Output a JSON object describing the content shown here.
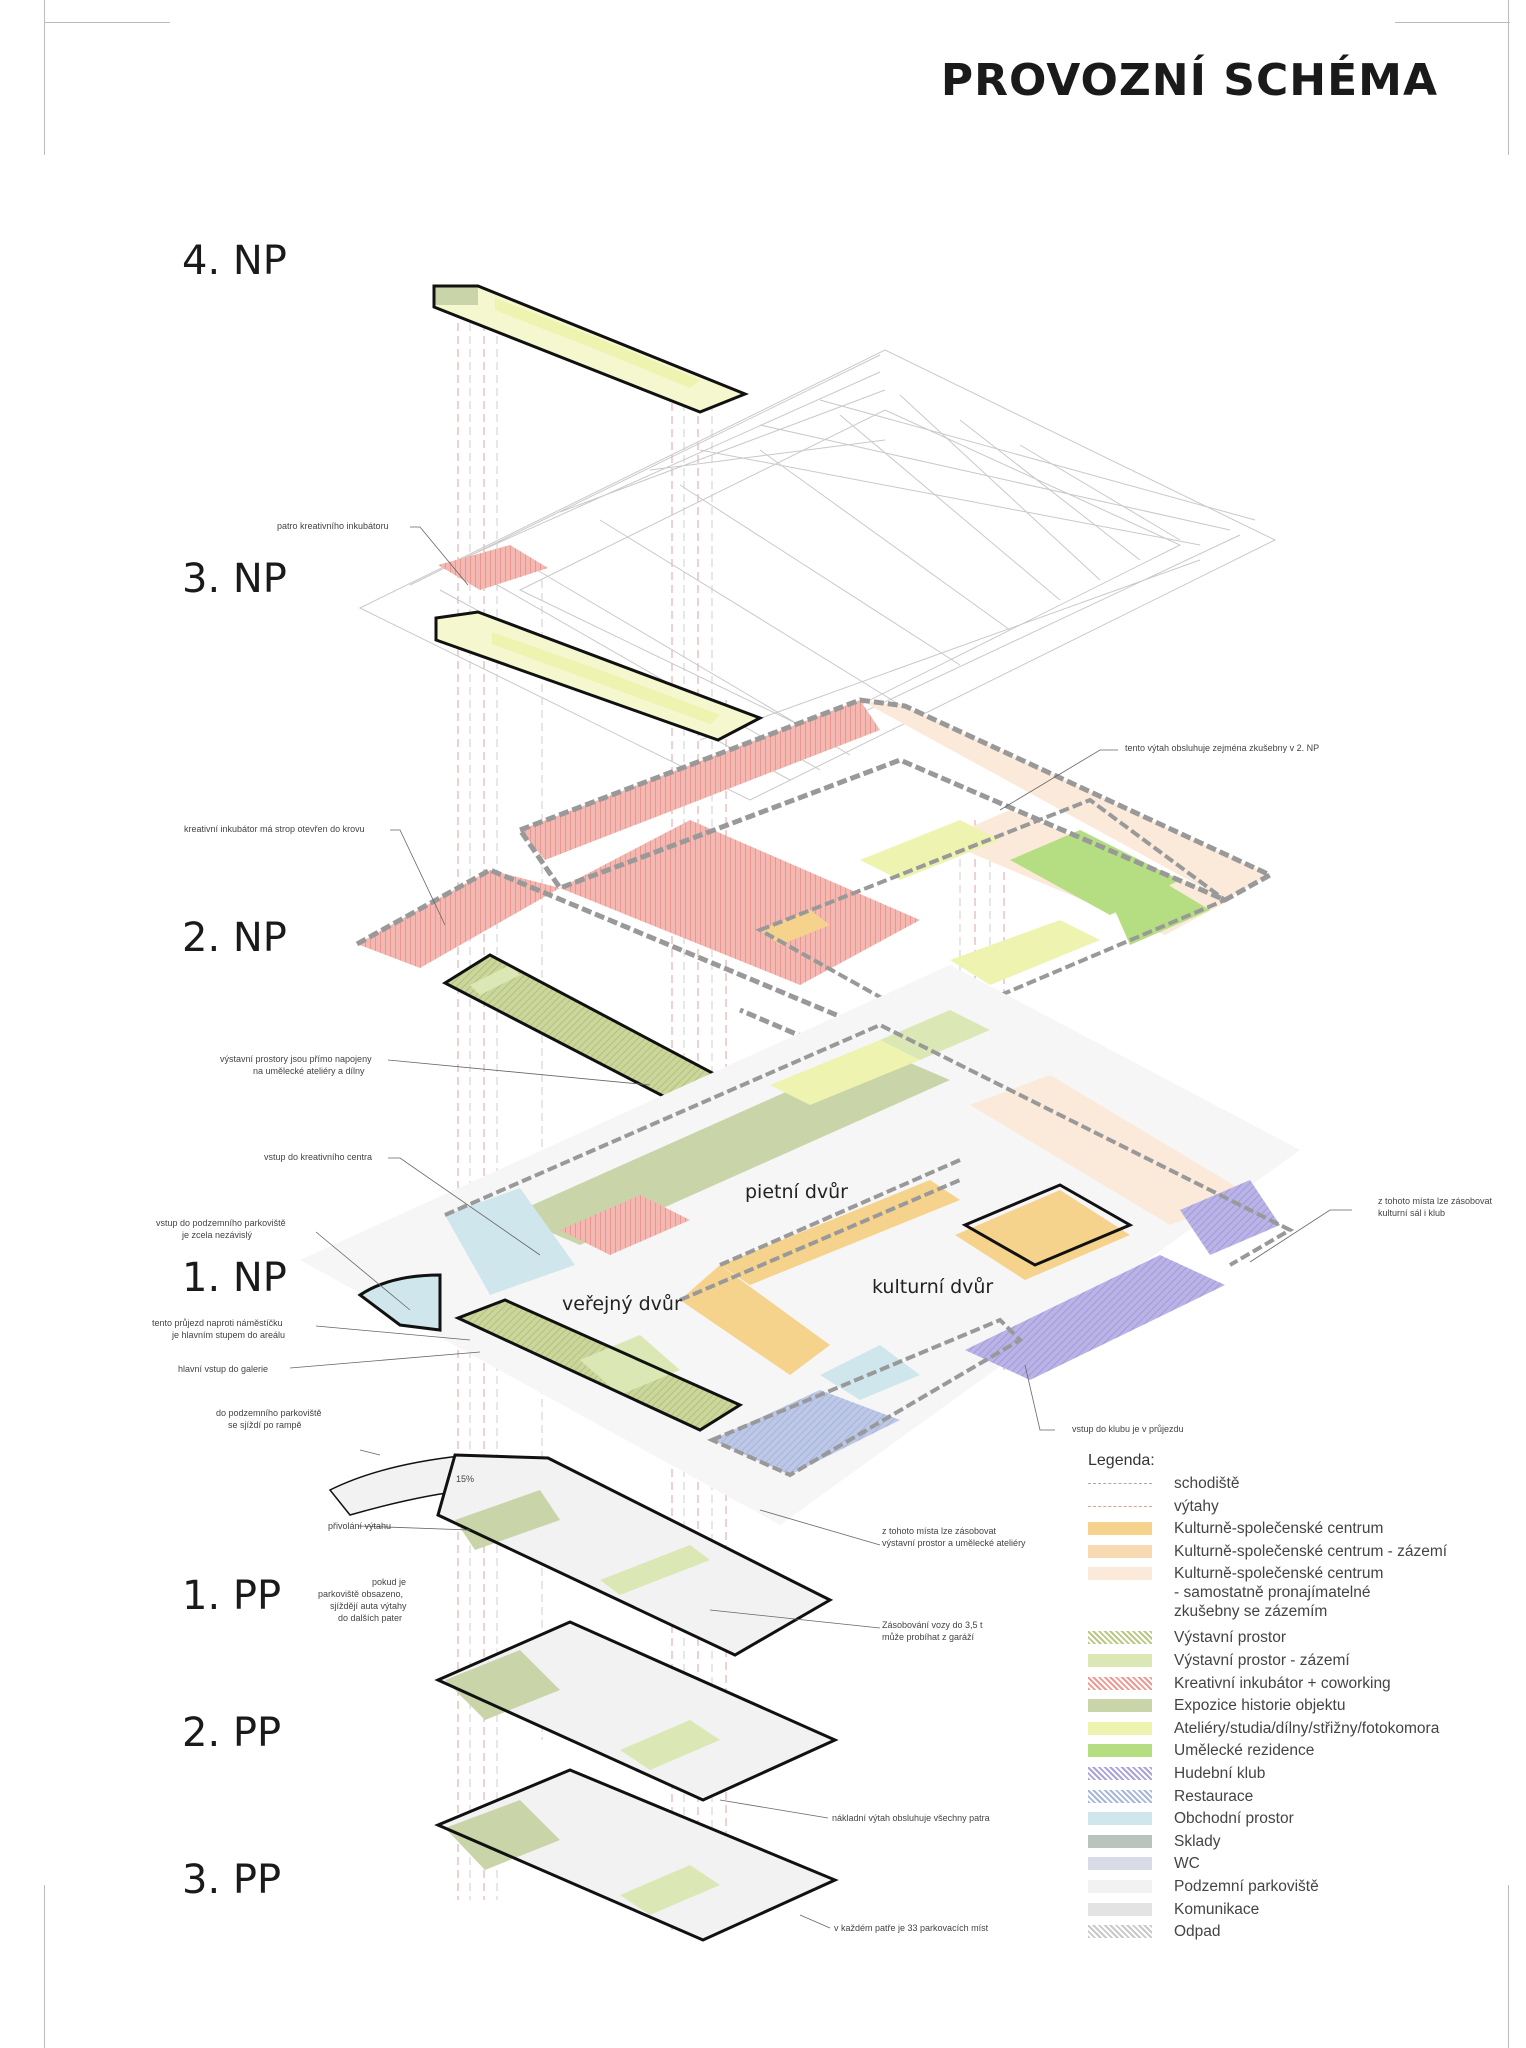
{
  "title": "PROVOZNÍ SCHÉMA",
  "floors": [
    "4. NP",
    "3. NP",
    "2. NP",
    "1. NP",
    "1. PP",
    "2. PP",
    "3. PP"
  ],
  "courtyards": [
    "pietní dvůr",
    "veřejný dvůr",
    "kulturní dvůr"
  ],
  "annotations": {
    "a1": "patro kreativního inkubátoru",
    "a2": "tento výtah obsluhuje zejména zkušebny v 2. NP",
    "a3": "kreativní inkubátor má strop otevřen do krovu",
    "a4_1": "výstavní prostory jsou přímo napojeny",
    "a4_2": "na umělecké ateliéry a dílny",
    "a5": "vstup do kreativního centra",
    "a6_1": "vstup do podzemního parkoviště",
    "a6_2": "je zcela nezávislý",
    "a7_1": "z tohoto místa lze zásobovat",
    "a7_2": "kulturní sál i klub",
    "a8_1": "tento průjezd naproti náměstíčku",
    "a8_2": "je hlavním stupem do areálu",
    "a9": "hlavní vstup do galerie",
    "a10": "vstup do klubu je v průjezdu",
    "a11_1": "do podzemního parkoviště",
    "a11_2": "se sjíždí po rampě",
    "a12": "přivolání výtahu",
    "a13_1": "pokud je",
    "a13_2": "parkoviště obsazeno,",
    "a13_3": "sjíždějí auta výtahy",
    "a13_4": "do dalších pater",
    "a14_1": "z tohoto místa lze zásobovat",
    "a14_2": "výstavní prostor a umělecké ateliéry",
    "a15_1": "Zásobování vozy do 3,5 t",
    "a15_2": "může probíhat z garáží",
    "a16": "nákladní výtah obsluhuje všechny patra",
    "a17": "v každém patře je 33 parkovacích míst",
    "ramp": "15%"
  },
  "legend": {
    "title": "Legenda:",
    "items": [
      {
        "label": "schodiště",
        "color": "#aaaaaa",
        "style": "dash-gray"
      },
      {
        "label": "výtahy",
        "color": "#e79a9a",
        "style": "dash-red"
      },
      {
        "label": "Kulturně-společenské centrum",
        "color": "#f6d38d",
        "style": "fill"
      },
      {
        "label": "Kulturně-společenské centrum - zázemí",
        "color": "#f7d9b2",
        "style": "fill"
      },
      {
        "label": "Kulturně-společenské centrum\n - samostatně pronajímatelné\nzkušebny se zázemím",
        "color": "#fbeada",
        "style": "fill"
      },
      {
        "label": "Výstavní prostor",
        "color": "#b9c882",
        "style": "hatch"
      },
      {
        "label": "Výstavní prostor - zázemí",
        "color": "#dbe8b6",
        "style": "fill"
      },
      {
        "label": "Kreativní inkubátor + coworking",
        "color": "#ee9a92",
        "style": "hatch"
      },
      {
        "label": "Expozice historie objektu",
        "color": "#c9d5a9",
        "style": "fill"
      },
      {
        "label": "Ateliéry/studia/dílny/střižny/fotokomora",
        "color": "#eef3b0",
        "style": "fill"
      },
      {
        "label": "Umělecké rezidence",
        "color": "#b5de82",
        "style": "fill"
      },
      {
        "label": "Hudební klub",
        "color": "#a9a3dd",
        "style": "hatch"
      },
      {
        "label": "Restaurace",
        "color": "#a9b6dc",
        "style": "hatch"
      },
      {
        "label": "Obchodní prostor",
        "color": "#cfe7ec",
        "style": "fill"
      },
      {
        "label": "Sklady",
        "color": "#b9c4bd",
        "style": "fill"
      },
      {
        "label": "WC",
        "color": "#d9dbe6",
        "style": "fill"
      },
      {
        "label": "Podzemní parkoviště",
        "color": "#f2f2f2",
        "style": "fill"
      },
      {
        "label": "Komunikace",
        "color": "#e3e3e3",
        "style": "fill"
      },
      {
        "label": "Odpad",
        "color": "#c9c9c9",
        "style": "hatch"
      }
    ]
  }
}
